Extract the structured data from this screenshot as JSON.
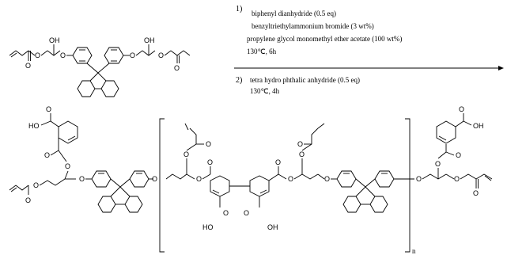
{
  "scheme": {
    "step1": {
      "number": "1)",
      "reagents": [
        "biphenyl dianhydride (0.5 eq)",
        "benzyltriethylammonium bromide (3 wt%)",
        "propylene glycol monomethyl ether acetate (100 wt%)"
      ],
      "conditions": "130℃, 6h"
    },
    "step2": {
      "number": "2)",
      "reagent": "tetra hydro phthalic anhydride (0.5 eq)",
      "conditions": "130℃, 4h"
    },
    "repeat_unit_label": "n",
    "atoms": {
      "O": "O",
      "OH": "OH",
      "HO": "HO"
    }
  }
}
